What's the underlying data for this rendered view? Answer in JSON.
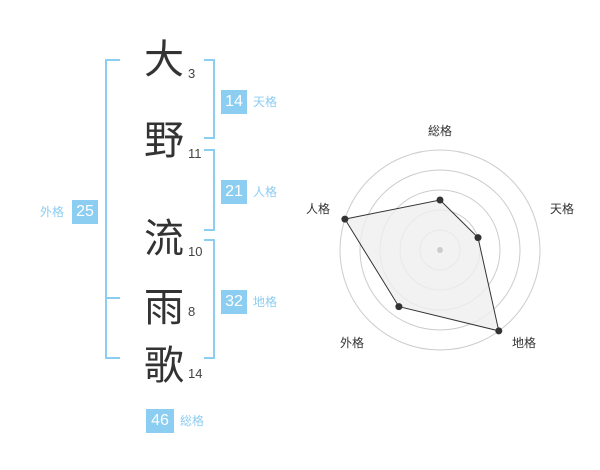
{
  "name": {
    "characters": [
      {
        "char": "大",
        "strokes": "3"
      },
      {
        "char": "野",
        "strokes": "11"
      },
      {
        "char": "流",
        "strokes": "10"
      },
      {
        "char": "雨",
        "strokes": "8"
      },
      {
        "char": "歌",
        "strokes": "14"
      }
    ]
  },
  "fortunes": {
    "tenkaku": {
      "label": "天格",
      "value": "14"
    },
    "jinkaku": {
      "label": "人格",
      "value": "21"
    },
    "chikaku": {
      "label": "地格",
      "value": "32"
    },
    "gaikaku": {
      "label": "外格",
      "value": "25"
    },
    "soukaku": {
      "label": "総格",
      "value": "46"
    }
  },
  "colors": {
    "accent": "#8ccdf2",
    "text": "#333333",
    "grid": "#cccccc",
    "fill": "#efefef"
  },
  "chart_data": {
    "type": "radar",
    "axes": [
      "総格",
      "天格",
      "地格",
      "外格",
      "人格"
    ],
    "values": [
      0.5,
      0.4,
      1.0,
      0.7,
      1.0
    ],
    "rings": 5
  }
}
